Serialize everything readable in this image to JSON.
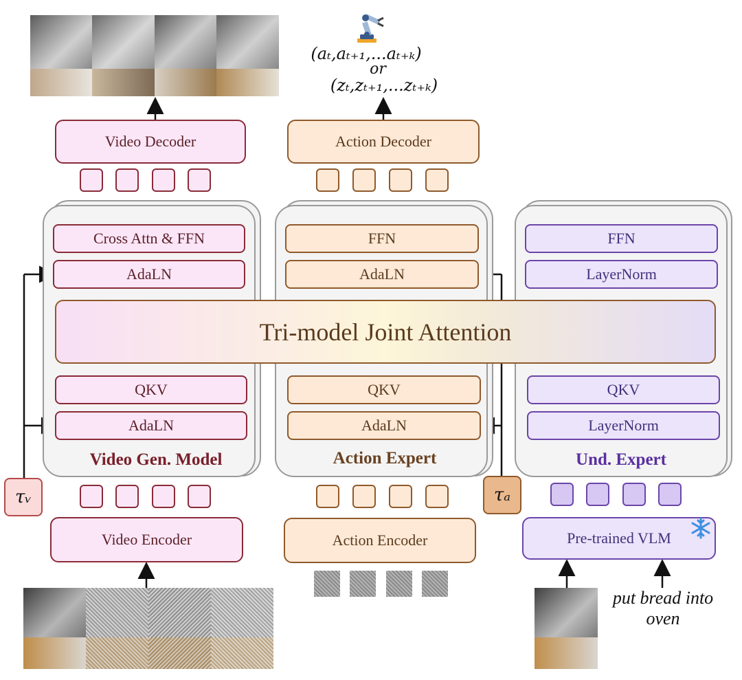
{
  "top": {
    "output_actions": "(aₜ,aₜ₊₁,...aₜ₊ₖ)",
    "output_or": "or",
    "output_latents": "(zₜ,zₜ₊₁,...zₜ₊ₖ)"
  },
  "video_column": {
    "decoder": "Video Decoder",
    "encoder": "Video Encoder",
    "blocks": [
      "Cross Attn & FFN",
      "AdaLN",
      "QKV",
      "AdaLN"
    ],
    "title": "Video Gen. Model",
    "tau": "τᵥ"
  },
  "action_column": {
    "decoder": "Action Decoder",
    "encoder": "Action Encoder",
    "blocks": [
      "FFN",
      "AdaLN",
      "QKV",
      "AdaLN"
    ],
    "title": "Action Expert",
    "tau": "τₐ"
  },
  "und_column": {
    "encoder": "Pre-trained VLM",
    "blocks": [
      "FFN",
      "LayerNorm",
      "QKV",
      "LayerNorm"
    ],
    "title": "Und. Expert",
    "instruction": "put bread into oven"
  },
  "joint_attention": "Tri-model Joint Attention",
  "icons": {
    "robot_arm": "robot-arm-icon",
    "frozen": "snowflake-icon"
  },
  "colors": {
    "video": "#8a2b37",
    "action": "#8f5a2c",
    "und": "#6b45a8",
    "video_fill": "#fbe6f8",
    "action_fill": "#fde9d6",
    "und_fill": "#ebe4fb"
  }
}
